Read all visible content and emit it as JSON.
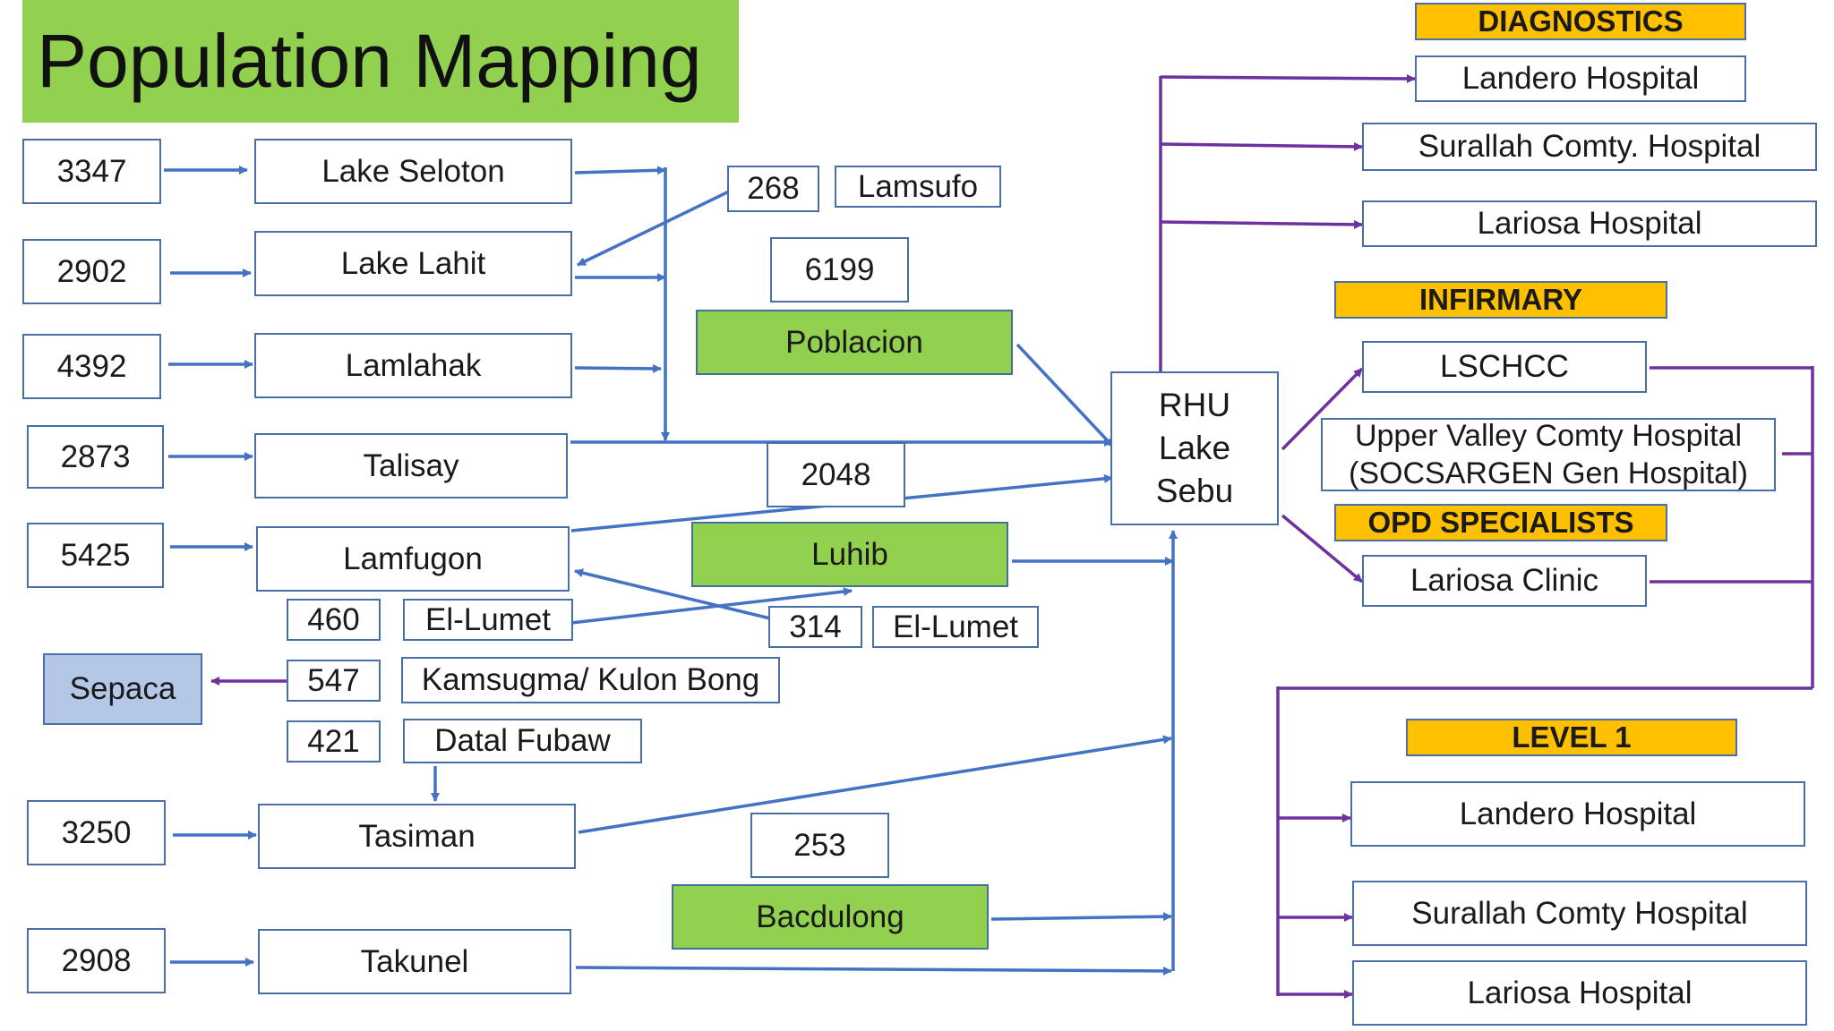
{
  "title": "Population Mapping",
  "colors": {
    "green": "#92d050",
    "lightblue": "#b4c7e7",
    "orange": "#ffc000",
    "blue_line": "#4472c4",
    "purple_line": "#7030a0"
  },
  "populations": {
    "lake_seloton": "3347",
    "lake_lahit": "2902",
    "lamlahak": "4392",
    "talisay": "2873",
    "lamfugon": "5425",
    "tasiman": "3250",
    "takunel": "2908",
    "lamsufo": "268",
    "poblacion": "6199",
    "center": "2048",
    "el_lumet_a": "460",
    "el_lumet_b": "314",
    "kamsugma": "547",
    "datal_fubaw": "421",
    "bacdulong": "253"
  },
  "barangays": {
    "lake_seloton": "Lake Seloton",
    "lake_lahit": "Lake Lahit",
    "lamlahak": "Lamlahak",
    "talisay": "Talisay",
    "lamfugon": "Lamfugon",
    "tasiman": "Tasiman",
    "takunel": "Takunel",
    "lamsufo": "Lamsufo",
    "poblacion": "Poblacion",
    "luhib": "Luhib",
    "bacdulong": "Bacdulong",
    "el_lumet_a": "El-Lumet",
    "el_lumet_b": "El-Lumet",
    "kamsugma": "Kamsugma/ Kulon Bong",
    "datal_fubaw": "Datal Fubaw",
    "sepaca": "Sepaca"
  },
  "rhu": {
    "line1": "RHU",
    "line2": "Lake",
    "line3": "Sebu"
  },
  "categories": {
    "diagnostics": "DIAGNOSTICS",
    "infirmary": "INFIRMARY",
    "opd": "OPD SPECIALISTS",
    "level1": "LEVEL 1"
  },
  "facilities": {
    "diag_landero": "Landero Hospital",
    "diag_surallah": "Surallah Comty. Hospital",
    "diag_lariosa": "Lariosa Hospital",
    "lschcc": "LSCHCC",
    "upper_valley_line1": "Upper Valley Comty Hospital",
    "upper_valley_line2": "(SOCSARGEN Gen Hospital)",
    "lariosa_clinic": "Lariosa Clinic",
    "l1_landero": "Landero Hospital",
    "l1_surallah": "Surallah Comty Hospital",
    "l1_lariosa": "Lariosa Hospital"
  }
}
